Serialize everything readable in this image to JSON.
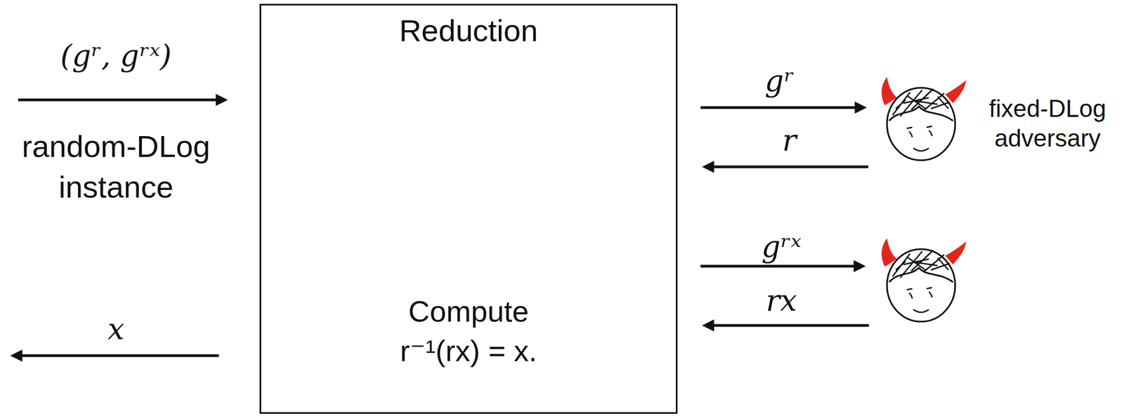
{
  "diagram": {
    "nodes": [
      {
        "text": [
          "Reduction",
          "Compute r⁻¹(rx) = x."
        ]
      },
      {
        "text": [
          "fixed-DLog adversary"
        ]
      }
    ],
    "edges": [
      {
        "from": 0,
        "to": 1,
        "label": "gʳ",
        "arrow": "to"
      },
      {
        "from": 1,
        "to": 0,
        "label": "r",
        "arrow": "to"
      }
    ],
    "labels": [
      "(gʳ, gʳˣ)",
      "random-DLog instance",
      "x",
      "gʳˣ",
      "rx"
    ]
  }
}
